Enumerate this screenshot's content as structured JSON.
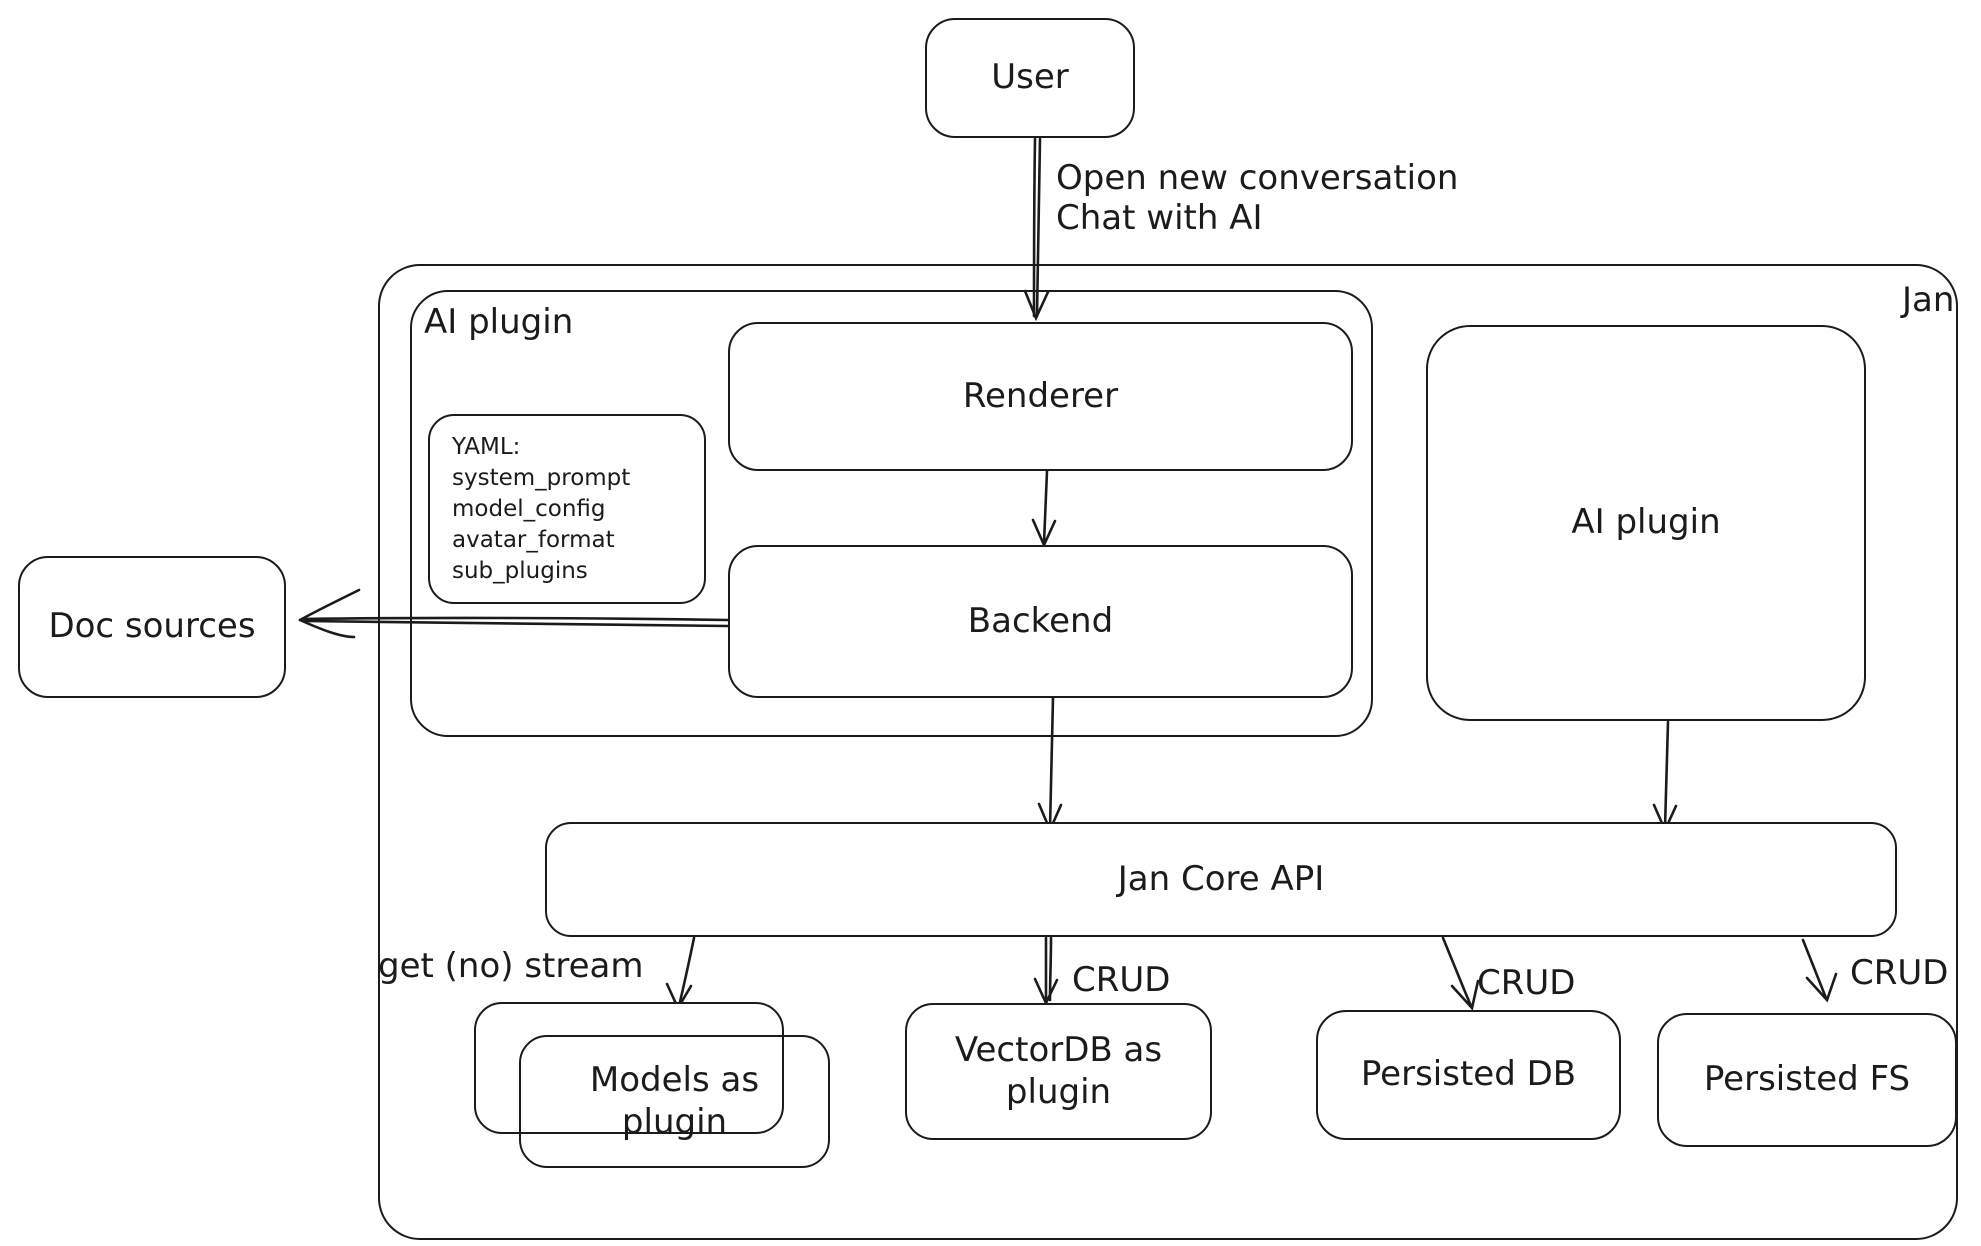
{
  "diagram": {
    "title_container": "Jan",
    "user_box": "User",
    "edge_user_line1": "Open new conversation",
    "edge_user_line2": "Chat with AI",
    "ai_plugin_left_label": "AI plugin",
    "ai_plugin_right_label": "AI plugin",
    "yaml_note": {
      "lines": [
        "YAML:",
        "system_prompt",
        "model_config",
        "avatar_format",
        "sub_plugins"
      ]
    },
    "renderer_box": "Renderer",
    "backend_box": "Backend",
    "doc_sources_box": "Doc sources",
    "jan_core_api_box": "Jan Core API",
    "edge_get_no_stream": "get (no) stream",
    "edge_crud_vectordb": "CRUD",
    "edge_crud_persisted_db": "CRUD",
    "edge_crud_persisted_fs": "CRUD",
    "models_box_line1": "Models as",
    "models_box_line2": "plugin",
    "vectordb_box_line1": "VectorDB as",
    "vectordb_box_line2": "plugin",
    "persisted_db_box": "Persisted DB",
    "persisted_fs_box": "Persisted FS",
    "stroke_color": "#1b1b1b",
    "background_color": "#ffffff"
  }
}
